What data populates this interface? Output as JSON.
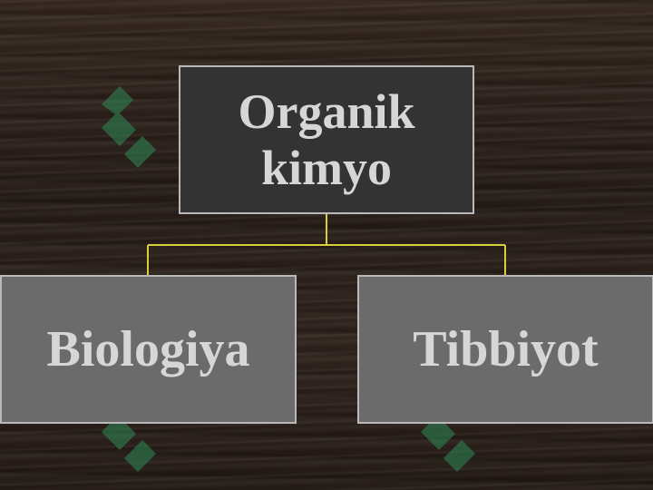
{
  "diagram": {
    "root": {
      "label_lines": [
        "Organik",
        "kimyo"
      ]
    },
    "children": [
      {
        "label": "Biologiya"
      },
      {
        "label": "Tibbiyot"
      }
    ]
  },
  "colors": {
    "root_fill": "#333333",
    "child_fill": "#6b6b6b",
    "node_border": "#b9b9b9",
    "node_text": "#d6d6d6",
    "connector": "#d9cf3a",
    "watermark_green": "#2e8b57"
  }
}
